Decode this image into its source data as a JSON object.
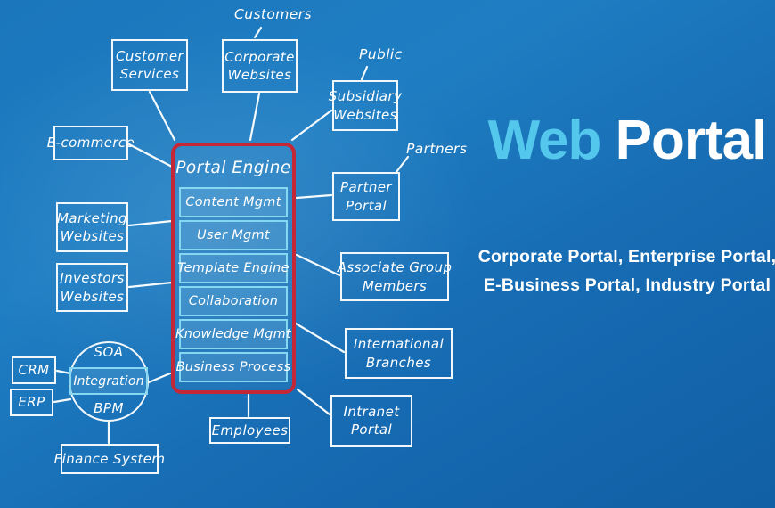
{
  "right_panel": {
    "title_accent": "Web",
    "title_rest": " Portal",
    "subtitle_line1": "Corporate Portal, Enterprise Portal,",
    "subtitle_line2": "E-Business Portal, Industry Portal"
  },
  "portal_engine": {
    "title": "Portal Engine",
    "modules": [
      "Content Mgmt",
      "User Mgmt",
      "Template Engine",
      "Collaboration",
      "Knowledge Mgmt",
      "Business Process"
    ]
  },
  "soa_circle": {
    "top": "SOA",
    "middle": "Integration",
    "bottom": "BPM"
  },
  "nodes": {
    "customer_services": {
      "line1": "Customer",
      "line2": "Services"
    },
    "corporate_websites": {
      "line1": "Corporate",
      "line2": "Websites"
    },
    "subsidiary_websites": {
      "line1": "Subsidiary",
      "line2": "Websites"
    },
    "ecommerce": {
      "line1": "E-commerce"
    },
    "marketing_websites": {
      "line1": "Marketing",
      "line2": "Websites"
    },
    "investors_websites": {
      "line1": "Investors",
      "line2": "Websites"
    },
    "partner_portal": {
      "line1": "Partner",
      "line2": "Portal"
    },
    "associate_group": {
      "line1": "Associate Group",
      "line2": "Members"
    },
    "international_branches": {
      "line1": "International",
      "line2": "Branches"
    },
    "intranet_portal": {
      "line1": "Intranet",
      "line2": "Portal"
    },
    "employees": {
      "line1": "Employees"
    },
    "finance_system": {
      "line1": "Finance System"
    },
    "crm": {
      "line1": "CRM"
    },
    "erp": {
      "line1": "ERP"
    }
  },
  "free_labels": {
    "customers": "Customers",
    "public": "Public",
    "partners": "Partners"
  },
  "colors": {
    "background_blue": "#1b74ba",
    "engine_border_red": "#c42836",
    "module_border_cyan": "#86d7f2",
    "node_border_white": "#f2f7fb",
    "title_accent_blue": "#54c8ec",
    "text_white": "#ffffff"
  }
}
